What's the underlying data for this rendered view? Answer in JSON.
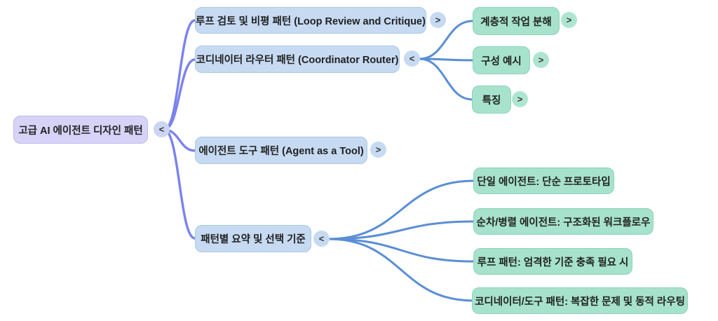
{
  "colors": {
    "root_fill": "#d6d3f7",
    "root_border": "#bdb9ee",
    "blue_fill": "#c6daf2",
    "blue_border": "#aac8e9",
    "green_fill": "#a6e2cc",
    "green_border": "#8fd4b8",
    "root_link": "#7b82ef",
    "branch_link": "#5a8ed6",
    "text": "#212121",
    "chevron": "#333333",
    "bg": "#ffffff"
  },
  "mindmap": {
    "root": {
      "label": "고급 AI 에이전트 디자인 패턴",
      "expander": "<"
    },
    "level1": [
      {
        "label": "루프 검토 및 비평 패턴 (Loop Review and Critique)",
        "expander": ">"
      },
      {
        "label": "코디네이터 라우터 패턴 (Coordinator Router)",
        "expander": "<"
      },
      {
        "label": "에이전트 도구 패턴 (Agent as a Tool)",
        "expander": ">"
      },
      {
        "label": "패턴별 요약 및 선택 기준",
        "expander": "<"
      }
    ],
    "coordinator_children": [
      {
        "label": "계층적 작업 분해",
        "expander": ">"
      },
      {
        "label": "구성 예시",
        "expander": ">"
      },
      {
        "label": "특징",
        "expander": ">"
      }
    ],
    "summary_children": [
      {
        "label": "단일 에이전트: 단순 프로토타입"
      },
      {
        "label": "순차/병렬 에이전트: 구조화된 워크플로우"
      },
      {
        "label": "루프 패턴: 엄격한 기준 충족 필요 시"
      },
      {
        "label": "코디네이터/도구 패턴: 복잡한 문제 및 동적 라우팅"
      }
    ]
  }
}
